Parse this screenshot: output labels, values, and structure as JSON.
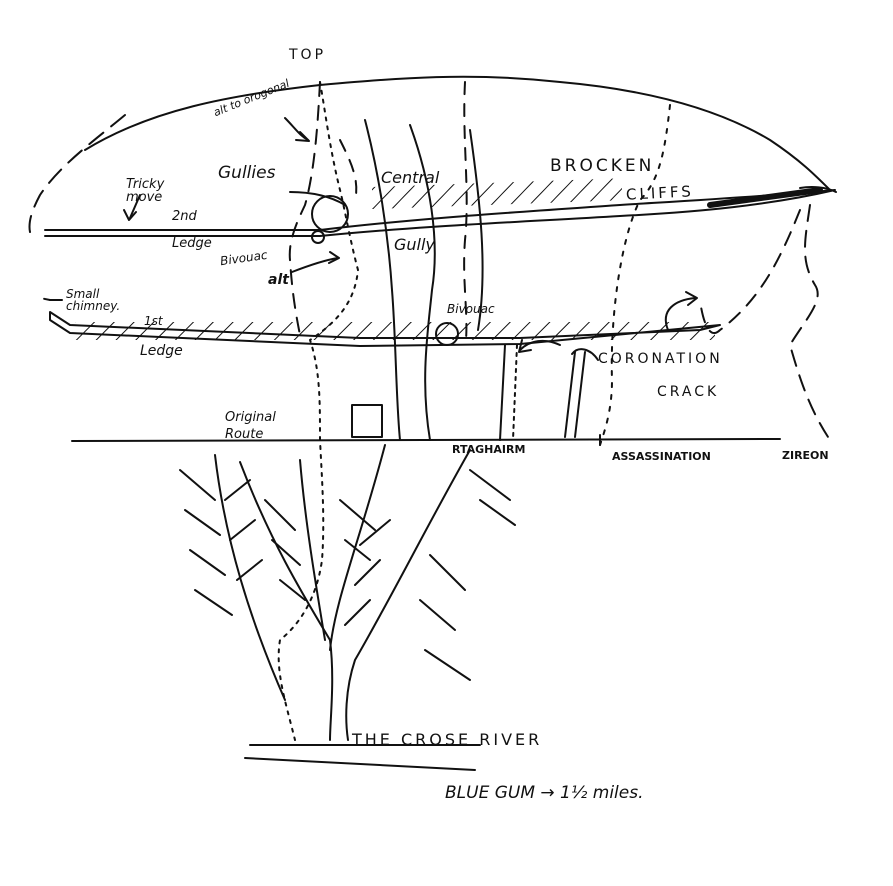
{
  "title": "",
  "colors": {
    "ink": "#111111",
    "paper": "#ffffff"
  },
  "labels": {
    "top": "TOP",
    "alt_to_original": "alt to orogonal",
    "gullies": "Gullies",
    "central": "Central",
    "gully": "Gully",
    "brocken": "BROCKEN",
    "cliffs": "CLIFFS",
    "tricky_move": "Tricky move",
    "second": "2nd",
    "ledge_2": "Ledge",
    "bivouac_left": "Bivouac",
    "alt": "alt",
    "small_chimney": "Small chimney.",
    "first": "1st",
    "ledge_1": "Ledge",
    "bivouac_right": "Bivouac",
    "coronation": "CORONATION",
    "crack": "CRACK",
    "original_route": "Original Route",
    "rtaghairm": "RTAGHAIRM",
    "assassination": "ASSASSINATION",
    "zireon": "ZIREON",
    "river": "THE CROSE RIVER",
    "blue_gum": "BLUE GUM → 1½ miles."
  }
}
